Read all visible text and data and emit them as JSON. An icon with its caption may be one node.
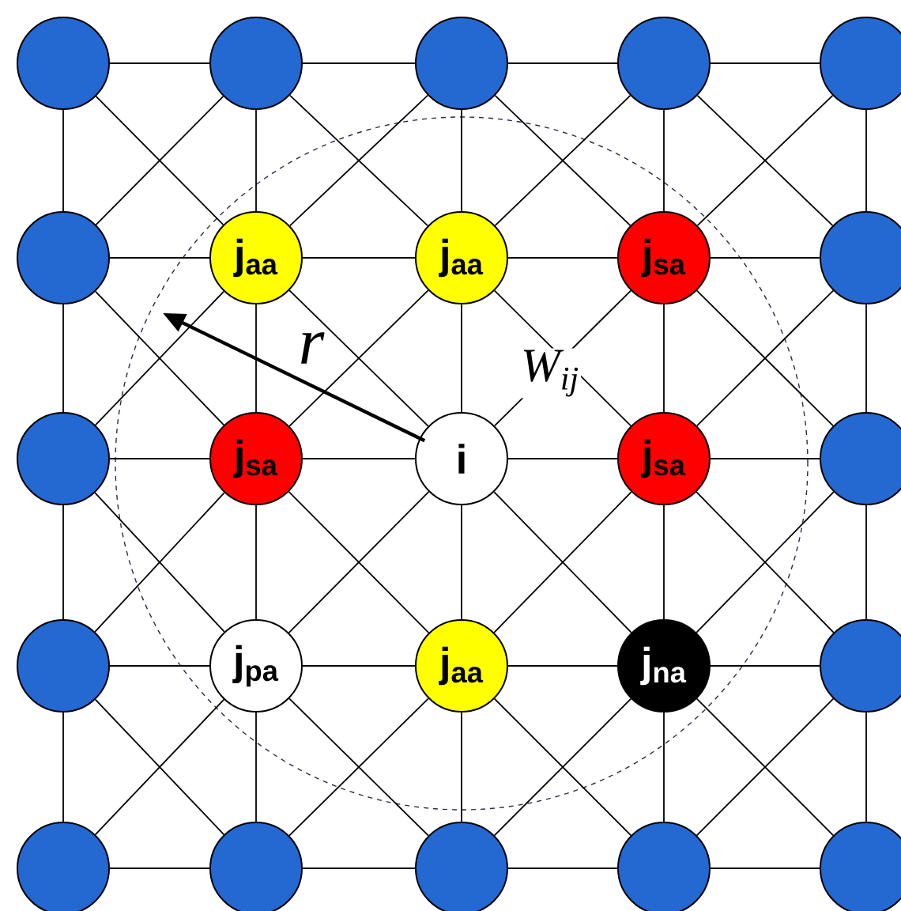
{
  "diagram": {
    "nodes": [
      {
        "text": [],
        "shape": "circle"
      },
      {
        "text": [],
        "shape": "circle"
      },
      {
        "text": [],
        "shape": "circle"
      },
      {
        "text": [],
        "shape": "circle"
      },
      {
        "text": [],
        "shape": "circle"
      },
      {
        "text": [],
        "shape": "circle"
      },
      {
        "text": [
          "j$_{aa}$"
        ]
      },
      {
        "text": [
          "j$_{aa}$"
        ]
      },
      {
        "text": [
          "j$_{sa}$"
        ]
      },
      {
        "text": [],
        "shape": "circle"
      },
      {
        "text": [],
        "shape": "circle"
      },
      {
        "text": [
          "j$_{sa}$"
        ]
      },
      {
        "text": [
          "i"
        ]
      },
      {
        "text": [
          "j$_{sa}$"
        ]
      },
      {
        "text": [],
        "shape": "circle"
      },
      {
        "text": [],
        "shape": "circle"
      },
      {
        "text": [
          "j$_{pa}$"
        ]
      },
      {
        "text": [
          "j$_{aa}$"
        ]
      },
      {
        "text": [
          "j$_{na}$"
        ]
      },
      {
        "text": [],
        "shape": "circle"
      },
      {
        "text": [],
        "shape": "circle"
      },
      {
        "text": [],
        "shape": "circle"
      },
      {
        "text": [],
        "shape": "circle"
      },
      {
        "text": [],
        "shape": "circle"
      },
      {
        "text": [],
        "shape": "circle"
      }
    ],
    "edges": [
      {
        "from": 0,
        "to": 1,
        "arrow": "none"
      },
      {
        "from": 1,
        "to": 2,
        "arrow": "none"
      },
      {
        "from": 2,
        "to": 3,
        "arrow": "none"
      },
      {
        "from": 3,
        "to": 4,
        "arrow": "none"
      },
      {
        "from": 5,
        "to": 6,
        "arrow": "none"
      },
      {
        "from": 6,
        "to": 7,
        "arrow": "none"
      },
      {
        "from": 7,
        "to": 8,
        "arrow": "none"
      },
      {
        "from": 8,
        "to": 9,
        "arrow": "none"
      },
      {
        "from": 10,
        "to": 11,
        "arrow": "none"
      },
      {
        "from": 11,
        "to": 12,
        "arrow": "none"
      },
      {
        "from": 12,
        "to": 13,
        "arrow": "none"
      },
      {
        "from": 13,
        "to": 14,
        "arrow": "none"
      },
      {
        "from": 15,
        "to": 16,
        "arrow": "none"
      },
      {
        "from": 16,
        "to": 17,
        "arrow": "none"
      },
      {
        "from": 17,
        "to": 18,
        "arrow": "none"
      },
      {
        "from": 18,
        "to": 19,
        "arrow": "none"
      },
      {
        "from": 20,
        "to": 21,
        "arrow": "none"
      },
      {
        "from": 21,
        "to": 22,
        "arrow": "none"
      },
      {
        "from": 22,
        "to": 23,
        "arrow": "none"
      },
      {
        "from": 23,
        "to": 24,
        "arrow": "none"
      },
      {
        "from": 0,
        "to": 5,
        "arrow": "none"
      },
      {
        "from": 1,
        "to": 6,
        "arrow": "none"
      },
      {
        "from": 2,
        "to": 7,
        "arrow": "none"
      },
      {
        "from": 3,
        "to": 8,
        "arrow": "none"
      },
      {
        "from": 4,
        "to": 9,
        "arrow": "none"
      },
      {
        "from": 5,
        "to": 10,
        "arrow": "none"
      },
      {
        "from": 6,
        "to": 11,
        "arrow": "none"
      },
      {
        "from": 7,
        "to": 12,
        "arrow": "none"
      },
      {
        "from": 8,
        "to": 13,
        "arrow": "none"
      },
      {
        "from": 9,
        "to": 14,
        "arrow": "none"
      },
      {
        "from": 10,
        "to": 15,
        "arrow": "none"
      },
      {
        "from": 11,
        "to": 16,
        "arrow": "none"
      },
      {
        "from": 12,
        "to": 17,
        "arrow": "none"
      },
      {
        "from": 13,
        "to": 18,
        "arrow": "none"
      },
      {
        "from": 14,
        "to": 19,
        "arrow": "none"
      },
      {
        "from": 15,
        "to": 20,
        "arrow": "none"
      },
      {
        "from": 16,
        "to": 21,
        "arrow": "none"
      },
      {
        "from": 17,
        "to": 22,
        "arrow": "none"
      },
      {
        "from": 18,
        "to": 23,
        "arrow": "none"
      },
      {
        "from": 19,
        "to": 24,
        "arrow": "none"
      },
      {
        "from": 0,
        "to": 6,
        "arrow": "none"
      },
      {
        "from": 1,
        "to": 7,
        "arrow": "none"
      },
      {
        "from": 2,
        "to": 8,
        "arrow": "none"
      },
      {
        "from": 3,
        "to": 9,
        "arrow": "none"
      },
      {
        "from": 5,
        "to": 11,
        "arrow": "none"
      },
      {
        "from": 6,
        "to": 12,
        "arrow": "none"
      },
      {
        "from": 7,
        "to": 13,
        "arrow": "none"
      },
      {
        "from": 8,
        "to": 14,
        "arrow": "none"
      },
      {
        "from": 10,
        "to": 16,
        "arrow": "none"
      },
      {
        "from": 11,
        "to": 17,
        "arrow": "none"
      },
      {
        "from": 12,
        "to": 18,
        "arrow": "none"
      },
      {
        "from": 13,
        "to": 19,
        "arrow": "none"
      },
      {
        "from": 15,
        "to": 21,
        "arrow": "none"
      },
      {
        "from": 16,
        "to": 22,
        "arrow": "none"
      },
      {
        "from": 17,
        "to": 23,
        "arrow": "none"
      },
      {
        "from": 18,
        "to": 24,
        "arrow": "none"
      },
      {
        "from": 1,
        "to": 5,
        "arrow": "none"
      },
      {
        "from": 2,
        "to": 6,
        "arrow": "none"
      },
      {
        "from": 3,
        "to": 7,
        "arrow": "none"
      },
      {
        "from": 4,
        "to": 8,
        "arrow": "none"
      },
      {
        "from": 6,
        "to": 10,
        "arrow": "none"
      },
      {
        "from": 7,
        "to": 11,
        "arrow": "none"
      },
      {
        "from": 8,
        "to": 12,
        "arrow": "none"
      },
      {
        "from": 9,
        "to": 13,
        "arrow": "none"
      },
      {
        "from": 11,
        "to": 15,
        "arrow": "none"
      },
      {
        "from": 12,
        "to": 16,
        "arrow": "none"
      },
      {
        "from": 13,
        "to": 17,
        "arrow": "none"
      },
      {
        "from": 14,
        "to": 18,
        "arrow": "none"
      },
      {
        "from": 16,
        "to": 20,
        "arrow": "none"
      },
      {
        "from": 17,
        "to": 21,
        "arrow": "none"
      },
      {
        "from": 18,
        "to": 22,
        "arrow": "none"
      },
      {
        "from": 19,
        "to": 23,
        "arrow": "none"
      }
    ],
    "labels": [
      "r",
      "W$_{ij}$"
    ]
  }
}
